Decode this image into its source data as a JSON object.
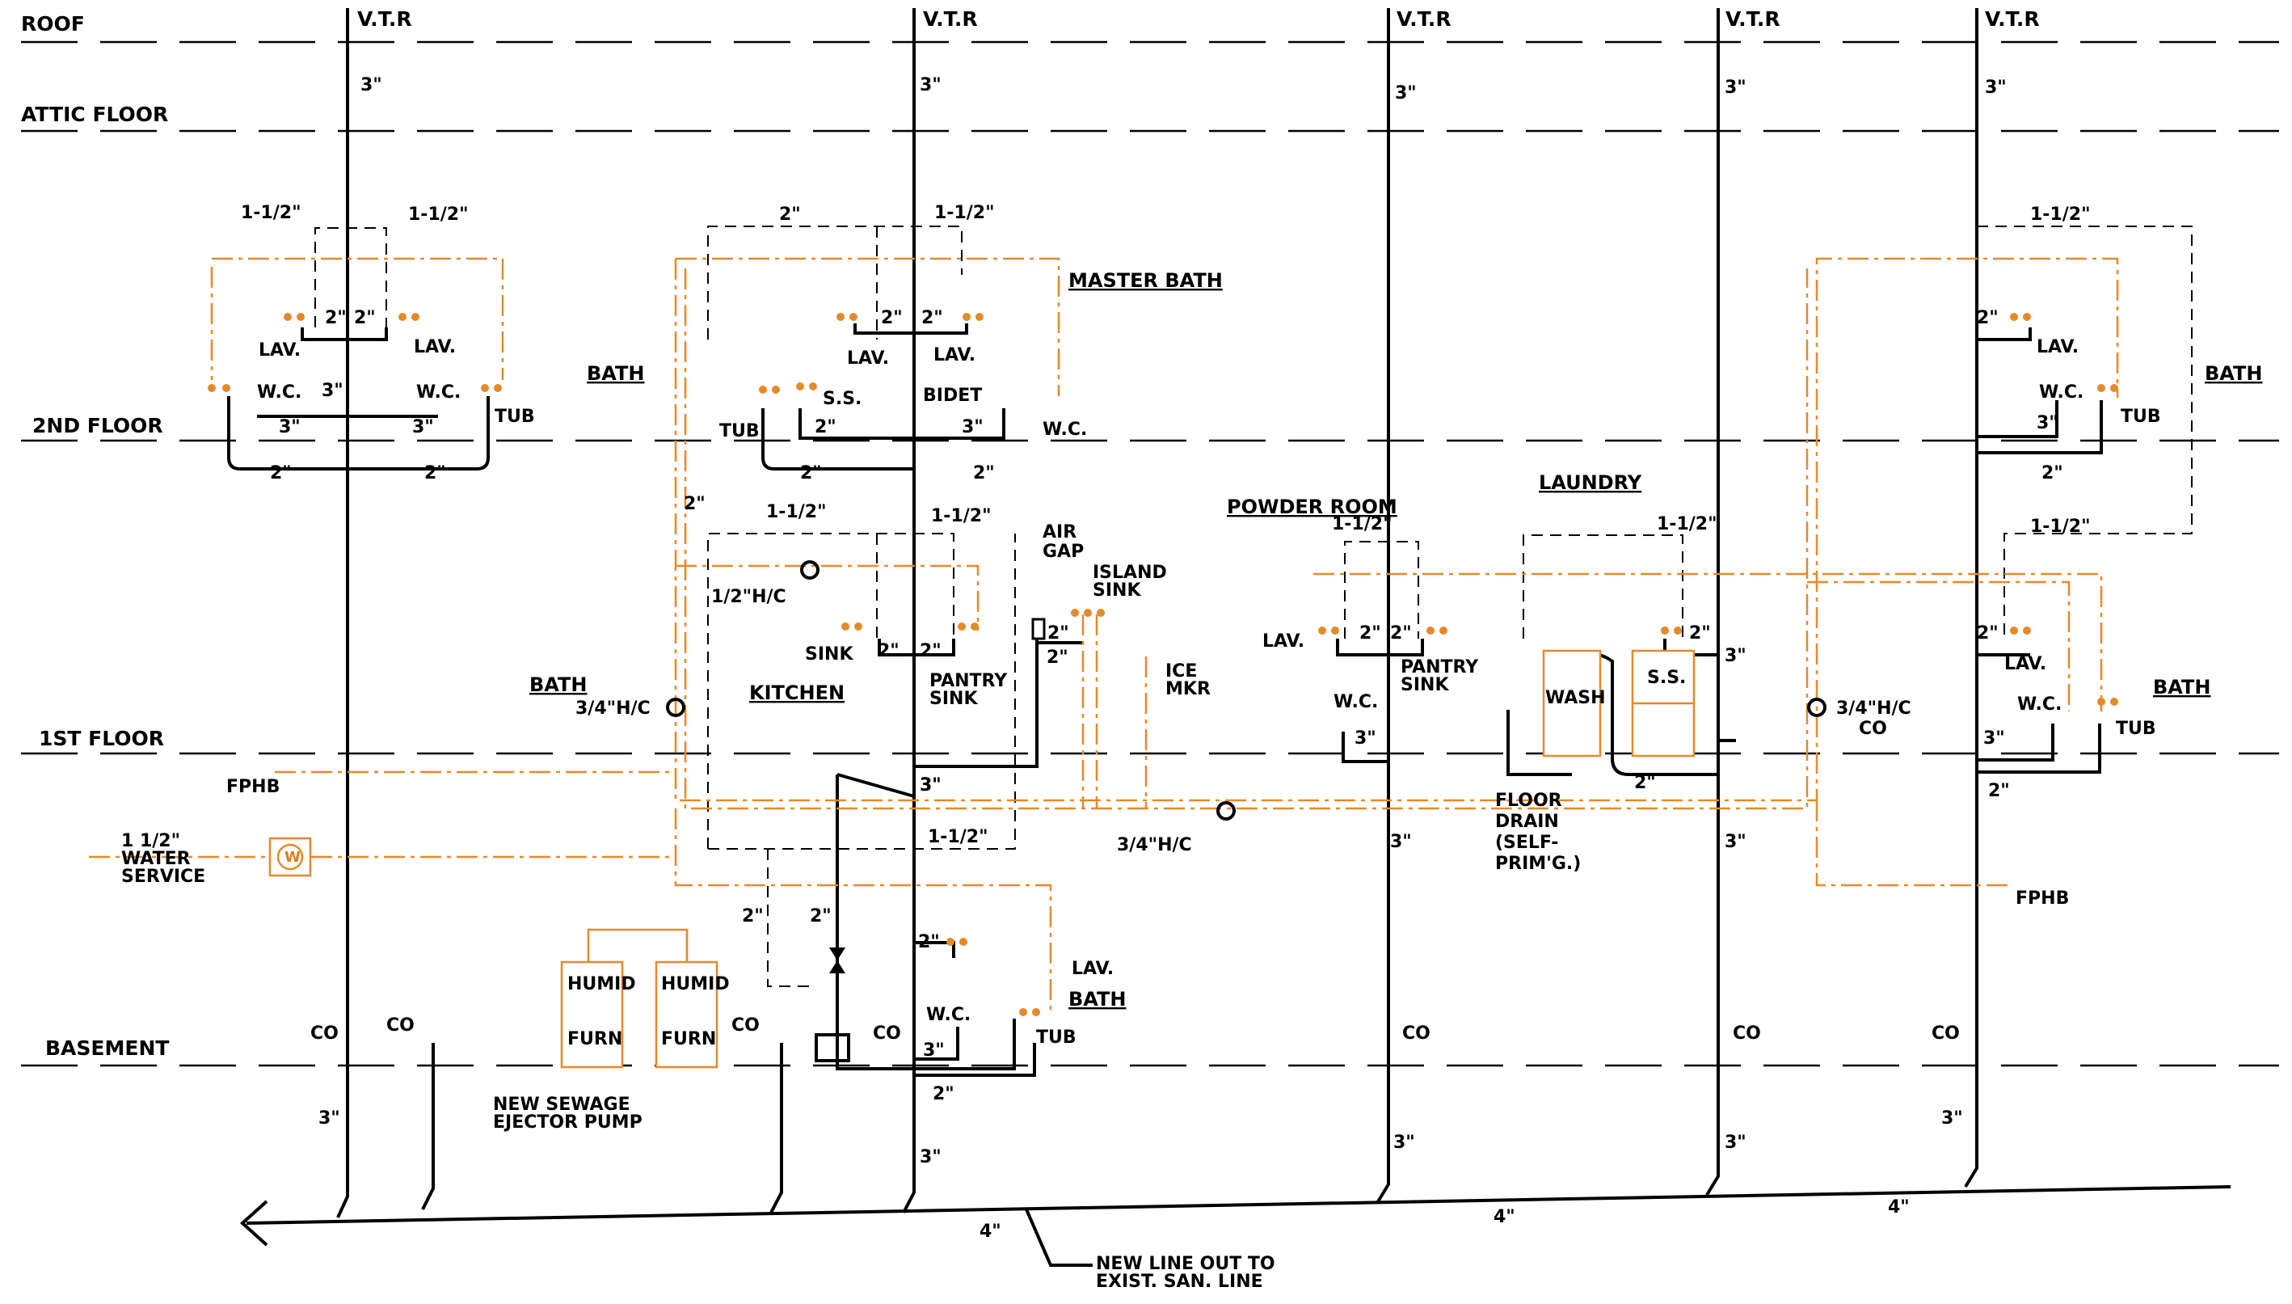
{
  "floors": {
    "roof": "ROOF",
    "attic": "ATTIC FLOOR",
    "second": "2ND FLOOR",
    "first": "1ST FLOOR",
    "basement": "BASEMENT"
  },
  "rooms": {
    "bath_left": "BATH",
    "master_bath": "MASTER BATH",
    "bath_right_2nd": "BATH",
    "powder_room": "POWDER ROOM",
    "laundry": "LAUNDRY",
    "bath_left_1st": "BATH",
    "kitchen": "KITCHEN",
    "bath_right_1st": "BATH",
    "bath_basement": "BATH"
  },
  "fixtures": {
    "lav": "LAV.",
    "wc": "W.C.",
    "tub": "TUB",
    "ss": "S.S.",
    "bidet": "BIDET",
    "sink": "SINK",
    "pantry_sink": "PANTRY SINK",
    "island_sink": "ISLAND SINK",
    "air_gap": "AIR GAP",
    "ice_mkr": "ICE MKR",
    "wash": "WASH",
    "floor_drain": "FLOOR DRAIN (SELF- PRIM'G.)",
    "humid": "HUMID",
    "furn": "FURN",
    "fphb": "FPHB",
    "water_service": "1 1/2\" WATER SERVICE",
    "meter": "W",
    "cleanout": "CO",
    "hc_34": "3/4\"H/C",
    "hc_12": "1/2\"H/C",
    "ejector": "NEW SEWAGE EJECTOR PUMP",
    "new_line": "NEW LINE OUT TO EXIST. SAN. LINE"
  },
  "vtr": "V.T.R",
  "sizes": {
    "s3": "3\"",
    "s2": "2\"",
    "s15": "1-1/2\"",
    "s4": "4\""
  },
  "colors": {
    "drain_waste_vent": "#000000",
    "water": "#e58a2a"
  }
}
